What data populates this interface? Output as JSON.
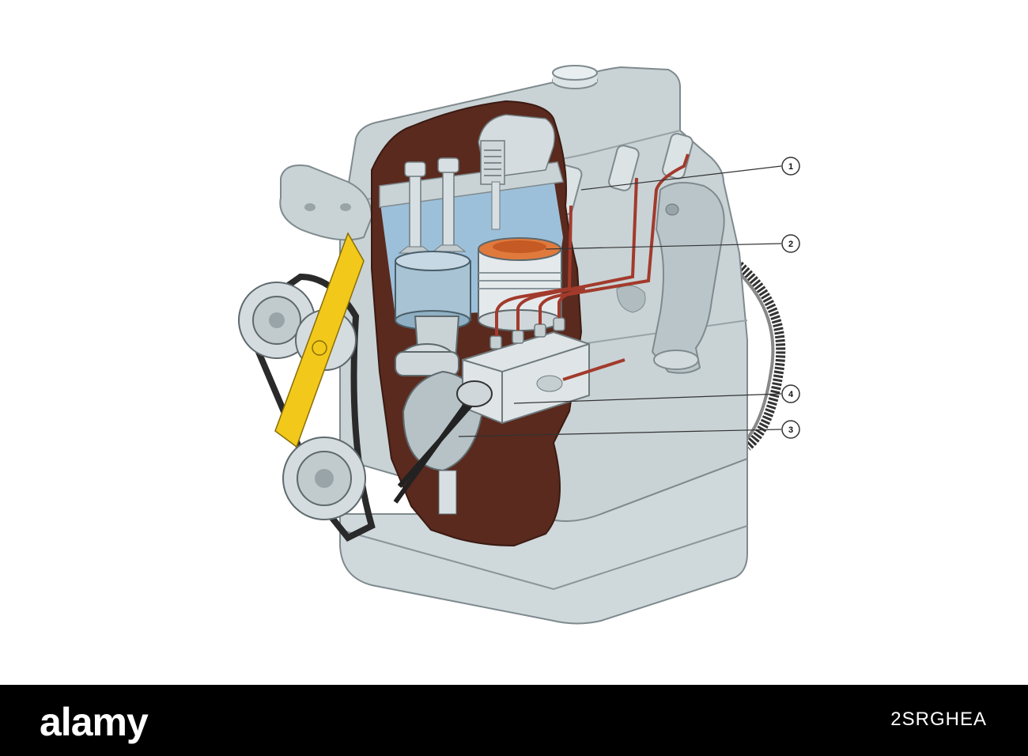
{
  "diagram": {
    "callouts": [
      {
        "id": "1",
        "label": "1"
      },
      {
        "id": "2",
        "label": "2"
      },
      {
        "id": "4",
        "label": "4"
      },
      {
        "id": "3",
        "label": "3"
      }
    ]
  },
  "footer": {
    "brand": "alamy",
    "image_id": "2SRGHEA"
  },
  "colors": {
    "engine_body": "#c9d3d6",
    "cutaway_dark": "#5a2a1e",
    "coolant_blue": "#9dc0da",
    "fuel_line_red": "#a23a2c",
    "fan_yellow": "#f2c91b",
    "piston_top": "#e07a3c"
  }
}
